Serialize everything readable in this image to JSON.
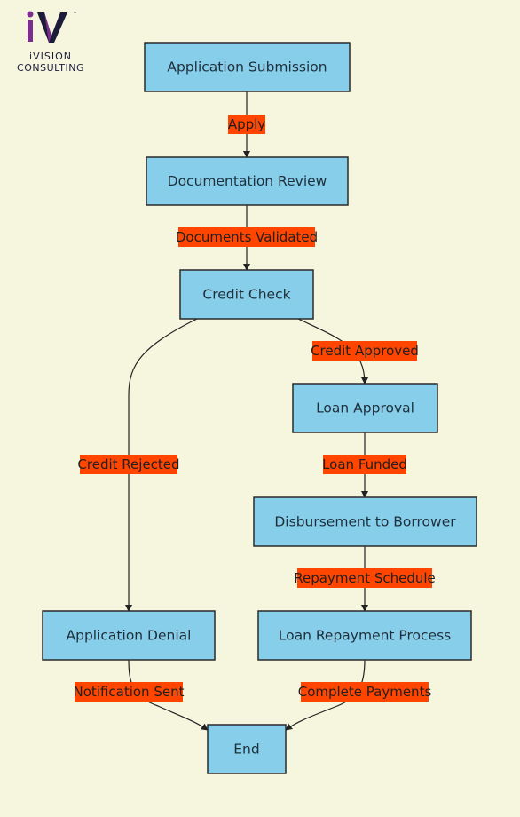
{
  "logo": {
    "line1": "iVISION",
    "line2": "CONSULTING",
    "tm": "™"
  },
  "colors": {
    "background": "#f6f6df",
    "node_fill": "#87ceeb",
    "node_stroke": "#2a2a2a",
    "edge": "#222222",
    "edge_label_bg": "#ff4500",
    "logo_purple": "#7b2d8e",
    "logo_navy": "#1c1c3a"
  },
  "nodes": [
    {
      "id": "submission",
      "label": "Application Submission"
    },
    {
      "id": "review",
      "label": "Documentation Review"
    },
    {
      "id": "credit",
      "label": "Credit Check"
    },
    {
      "id": "approval",
      "label": "Loan Approval"
    },
    {
      "id": "disbursement",
      "label": "Disbursement to Borrower"
    },
    {
      "id": "denial",
      "label": "Application Denial"
    },
    {
      "id": "repayment",
      "label": "Loan Repayment Process"
    },
    {
      "id": "end",
      "label": "End"
    }
  ],
  "edges": [
    {
      "from": "submission",
      "to": "review",
      "label": "Apply"
    },
    {
      "from": "review",
      "to": "credit",
      "label": "Documents Validated"
    },
    {
      "from": "credit",
      "to": "approval",
      "label": "Credit Approved"
    },
    {
      "from": "credit",
      "to": "denial",
      "label": "Credit Rejected"
    },
    {
      "from": "approval",
      "to": "disbursement",
      "label": "Loan Funded"
    },
    {
      "from": "disbursement",
      "to": "repayment",
      "label": "Repayment Schedule"
    },
    {
      "from": "denial",
      "to": "end",
      "label": "Notification Sent"
    },
    {
      "from": "repayment",
      "to": "end",
      "label": "Complete Payments"
    }
  ]
}
